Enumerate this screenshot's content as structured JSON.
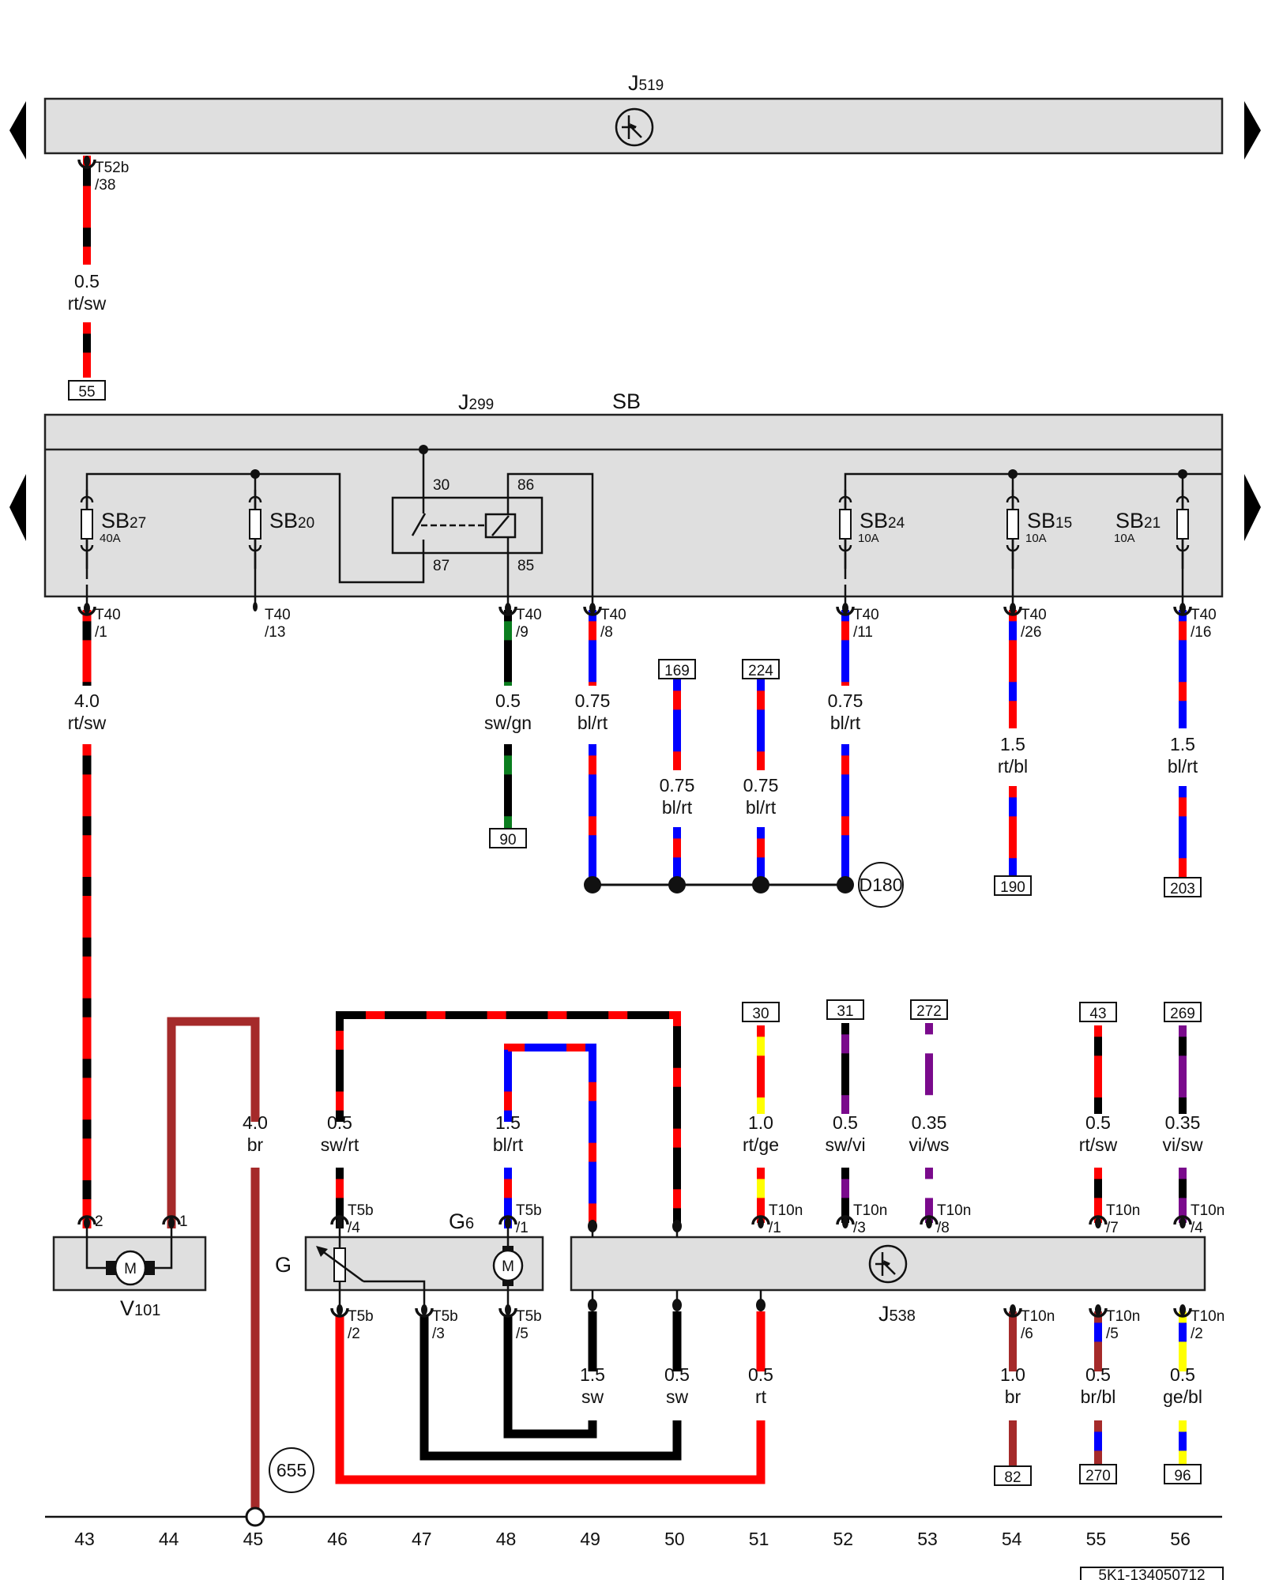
{
  "components": {
    "J519": {
      "label": "J519",
      "prefix": "J",
      "num": "519"
    },
    "J299": {
      "label": "J299",
      "prefix": "J",
      "num": "299"
    },
    "SB": {
      "label": "SB"
    },
    "J538": {
      "label": "J538",
      "prefix": "J",
      "num": "538"
    },
    "V101": {
      "label": "V101",
      "prefix": "V",
      "num": "101"
    },
    "G6": {
      "label": "G6",
      "prefix": "G",
      "num": "6"
    },
    "G": {
      "label": "G"
    },
    "motor_symbol": "M"
  },
  "fuses": [
    {
      "id": "SB27",
      "prefix": "SB",
      "num": "27",
      "rating": "40A"
    },
    {
      "id": "SB20",
      "prefix": "SB",
      "num": "20",
      "rating": ""
    },
    {
      "id": "SB24",
      "prefix": "SB",
      "num": "24",
      "rating": "10A"
    },
    {
      "id": "SB15",
      "prefix": "SB",
      "num": "15",
      "rating": "10A"
    },
    {
      "id": "SB21",
      "prefix": "SB",
      "num": "21",
      "rating": "10A"
    }
  ],
  "relay_pins": [
    "30",
    "86",
    "87",
    "85"
  ],
  "connectors": {
    "t52b_38": {
      "name": "T52b",
      "pin": "/38"
    },
    "t40_1": {
      "name": "T40",
      "pin": "/1"
    },
    "t40_13": {
      "name": "T40",
      "pin": "/13"
    },
    "t40_9": {
      "name": "T40",
      "pin": "/9"
    },
    "t40_8": {
      "name": "T40",
      "pin": "/8"
    },
    "t40_11": {
      "name": "T40",
      "pin": "/11"
    },
    "t40_26": {
      "name": "T40",
      "pin": "/26"
    },
    "t40_16": {
      "name": "T40",
      "pin": "/16"
    },
    "v101_2": {
      "name": "",
      "pin": "2"
    },
    "v101_1": {
      "name": "",
      "pin": "1"
    },
    "t5b_4": {
      "name": "T5b",
      "pin": "/4"
    },
    "t5b_1": {
      "name": "T5b",
      "pin": "/1"
    },
    "t5b_2": {
      "name": "T5b",
      "pin": "/2"
    },
    "t5b_3": {
      "name": "T5b",
      "pin": "/3"
    },
    "t5b_5": {
      "name": "T5b",
      "pin": "/5"
    },
    "t10n_1": {
      "name": "T10n",
      "pin": "/1"
    },
    "t10n_3": {
      "name": "T10n",
      "pin": "/3"
    },
    "t10n_8": {
      "name": "T10n",
      "pin": "/8"
    },
    "t10n_7": {
      "name": "T10n",
      "pin": "/7"
    },
    "t10n_4": {
      "name": "T10n",
      "pin": "/4"
    },
    "t10n_6": {
      "name": "T10n",
      "pin": "/6"
    },
    "t10n_5": {
      "name": "T10n",
      "pin": "/5"
    },
    "t10n_2": {
      "name": "T10n",
      "pin": "/2"
    }
  },
  "wires": [
    {
      "id": "w1",
      "size": "0.5",
      "color_code": "rt/sw",
      "colors": [
        "red",
        "black"
      ]
    },
    {
      "id": "w2",
      "size": "4.0",
      "color_code": "rt/sw",
      "colors": [
        "red",
        "black"
      ]
    },
    {
      "id": "w3",
      "size": "0.5",
      "color_code": "sw/gn",
      "colors": [
        "black",
        "green"
      ]
    },
    {
      "id": "w4",
      "size": "0.75",
      "color_code": "bl/rt",
      "colors": [
        "blue",
        "red"
      ]
    },
    {
      "id": "w5",
      "size": "0.75",
      "color_code": "bl/rt",
      "colors": [
        "blue",
        "red"
      ]
    },
    {
      "id": "w6",
      "size": "0.75",
      "color_code": "bl/rt",
      "colors": [
        "blue",
        "red"
      ]
    },
    {
      "id": "w7",
      "size": "0.75",
      "color_code": "bl/rt",
      "colors": [
        "blue",
        "red"
      ]
    },
    {
      "id": "w8",
      "size": "1.5",
      "color_code": "rt/bl",
      "colors": [
        "red",
        "blue"
      ]
    },
    {
      "id": "w9",
      "size": "1.5",
      "color_code": "bl/rt",
      "colors": [
        "blue",
        "red"
      ]
    },
    {
      "id": "w10",
      "size": "4.0",
      "color_code": "br",
      "colors": [
        "brown"
      ]
    },
    {
      "id": "w11",
      "size": "0.5",
      "color_code": "sw/rt",
      "colors": [
        "black",
        "red"
      ]
    },
    {
      "id": "w12",
      "size": "1.5",
      "color_code": "bl/rt",
      "colors": [
        "blue",
        "red"
      ]
    },
    {
      "id": "w13",
      "size": "1.0",
      "color_code": "rt/ge",
      "colors": [
        "red",
        "yellow"
      ]
    },
    {
      "id": "w14",
      "size": "0.5",
      "color_code": "sw/vi",
      "colors": [
        "black",
        "violet"
      ]
    },
    {
      "id": "w15",
      "size": "0.35",
      "color_code": "vi/ws",
      "colors": [
        "violet",
        "white"
      ]
    },
    {
      "id": "w16",
      "size": "0.5",
      "color_code": "rt/sw",
      "colors": [
        "red",
        "black"
      ]
    },
    {
      "id": "w17",
      "size": "0.35",
      "color_code": "vi/sw",
      "colors": [
        "violet",
        "black"
      ]
    },
    {
      "id": "w18",
      "size": "1.5",
      "color_code": "sw",
      "colors": [
        "black"
      ]
    },
    {
      "id": "w19",
      "size": "0.5",
      "color_code": "sw",
      "colors": [
        "black"
      ]
    },
    {
      "id": "w20",
      "size": "0.5",
      "color_code": "rt",
      "colors": [
        "red"
      ]
    },
    {
      "id": "w21",
      "size": "1.0",
      "color_code": "br",
      "colors": [
        "brown"
      ]
    },
    {
      "id": "w22",
      "size": "0.5",
      "color_code": "br/bl",
      "colors": [
        "brown",
        "blue"
      ]
    },
    {
      "id": "w23",
      "size": "0.5",
      "color_code": "ge/bl",
      "colors": [
        "yellow",
        "blue"
      ]
    }
  ],
  "references": {
    "r55": "55",
    "r169": "169",
    "r224": "224",
    "r90": "90",
    "r190": "190",
    "r203": "203",
    "r30": "30",
    "r31": "31",
    "r272": "272",
    "r43": "43",
    "r269": "269",
    "r82": "82",
    "r270": "270",
    "r96": "96"
  },
  "ground_points": {
    "d180": "D180",
    "g655": "655"
  },
  "current_track": [
    "43",
    "44",
    "45",
    "46",
    "47",
    "48",
    "49",
    "50",
    "51",
    "52",
    "53",
    "54",
    "55",
    "56"
  ],
  "part_number": "5K1-134050712",
  "wire_colors": {
    "red": "#ff0000",
    "black": "#000000",
    "blue": "#0000ff",
    "green": "#0a7d1e",
    "brown": "#a52a2a",
    "yellow": "#ffff00",
    "violet": "#7a0a8c",
    "white": "#ffffff"
  },
  "module_fill": "#dfdfdf"
}
